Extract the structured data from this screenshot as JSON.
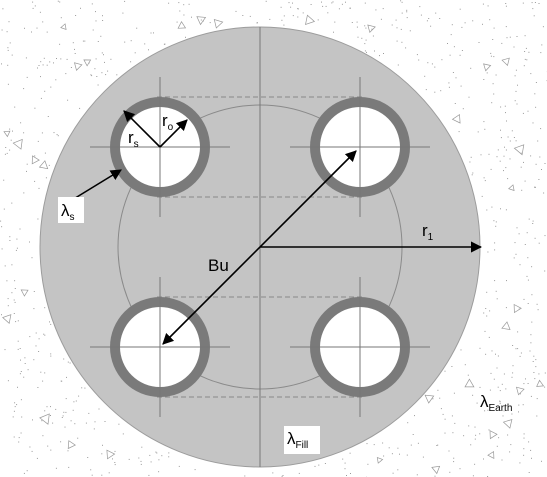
{
  "labels": {
    "rs": {
      "main": "r",
      "sub": "s"
    },
    "ro": {
      "main": "r",
      "sub": "o"
    },
    "lambda_s": {
      "main": "λ",
      "sub": "s"
    },
    "bu": {
      "main": "Bu"
    },
    "r1": {
      "main": "r",
      "sub": "1"
    },
    "lambda_fill": {
      "main": "λ",
      "sub": "Fill"
    },
    "lambda_earth": {
      "main": "λ",
      "sub": "Earth"
    }
  },
  "colors": {
    "earth_background": "#ffffff",
    "earth_speckle": "#9a9a9a",
    "borehole_fill": "#c4c4c4",
    "pipe_wall": "#7a7a7a",
    "pipe_inner": "#ffffff",
    "guide_lines": "#777777",
    "arrows": "#000000"
  }
}
